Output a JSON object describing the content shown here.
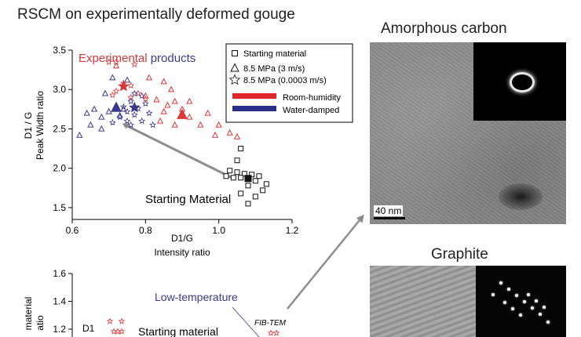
{
  "figure_title": "RSCM on experimentally deformed gouge",
  "panels": {
    "amorphous_title": "Amorphous carbon",
    "graphite_title": "Graphite",
    "scale_label": "40 nm"
  },
  "colors": {
    "experimental": "#d9383a",
    "products": "#3a3a8c",
    "room_humidity": "#e02828",
    "water_damped": "#2b2f8c",
    "starting": "#111111",
    "arrow": "#8c8c8c"
  },
  "chart_data": [
    {
      "type": "scatter",
      "title_part_1": "Experimental",
      "title_part_2": "products",
      "xlabel": "D1/G",
      "xlabel_2": "Intensity ratio",
      "ylabel": "D1 / G",
      "ylabel_2": "Peak Width ratio",
      "xlim": [
        0.6,
        1.2
      ],
      "ylim": [
        1.35,
        3.5
      ],
      "xticks": [
        "0.6",
        "0.8",
        "1.0",
        "1.2"
      ],
      "yticks": [
        "1.5",
        "2.0",
        "2.5",
        "3.0",
        "3.5"
      ],
      "legend": {
        "position": "top-right",
        "entries": [
          "Starting material",
          "8.5 MPa (3 m/s)",
          "8.5 MPa (0.0003 m/s)",
          "Room-humidity",
          "Water-damped"
        ]
      },
      "annotation": "Starting Material",
      "series": [
        {
          "name": "Starting material",
          "marker": "square",
          "color": "#111111",
          "points": [
            [
              1.06,
              2.25
            ],
            [
              1.05,
              2.1
            ],
            [
              1.03,
              1.97
            ],
            [
              1.05,
              1.95
            ],
            [
              1.07,
              1.93
            ],
            [
              1.09,
              1.92
            ],
            [
              1.11,
              1.9
            ],
            [
              1.02,
              1.9
            ],
            [
              1.04,
              1.88
            ],
            [
              1.06,
              1.88
            ],
            [
              1.1,
              1.84
            ],
            [
              1.13,
              1.8
            ],
            [
              1.08,
              1.78
            ],
            [
              1.12,
              1.72
            ],
            [
              1.06,
              1.68
            ],
            [
              1.1,
              1.64
            ],
            [
              1.08,
              1.55
            ]
          ],
          "mean": [
            1.08,
            1.87
          ]
        },
        {
          "name": "8.5 MPa (3 m/s) room-humidity",
          "marker": "triangle",
          "color": "#d9383a",
          "points": [
            [
              0.72,
              3.3
            ],
            [
              0.81,
              3.15
            ],
            [
              0.85,
              3.1
            ],
            [
              0.87,
              3.0
            ],
            [
              0.8,
              2.92
            ],
            [
              0.83,
              2.87
            ],
            [
              0.88,
              2.85
            ],
            [
              0.92,
              2.85
            ],
            [
              0.86,
              2.8
            ],
            [
              0.9,
              2.75
            ],
            [
              0.85,
              2.72
            ],
            [
              0.97,
              2.7
            ],
            [
              0.92,
              2.65
            ],
            [
              0.84,
              2.6
            ],
            [
              0.88,
              2.55
            ],
            [
              0.95,
              2.55
            ],
            [
              1.0,
              2.55
            ],
            [
              1.03,
              2.45
            ],
            [
              0.99,
              2.42
            ],
            [
              1.05,
              2.4
            ]
          ],
          "mean": [
            0.9,
            2.68
          ]
        },
        {
          "name": "8.5 MPa (3 m/s) water-damped",
          "marker": "triangle",
          "color": "#3a3a8c",
          "points": [
            [
              0.71,
              3.15
            ],
            [
              0.75,
              3.12
            ],
            [
              0.69,
              2.95
            ],
            [
              0.66,
              2.75
            ],
            [
              0.7,
              2.72
            ],
            [
              0.64,
              2.7
            ],
            [
              0.68,
              2.65
            ],
            [
              0.73,
              2.67
            ],
            [
              0.65,
              2.55
            ],
            [
              0.68,
              2.5
            ],
            [
              0.62,
              2.42
            ],
            [
              0.72,
              2.8
            ],
            [
              0.74,
              2.75
            ]
          ],
          "mean": [
            0.72,
            2.77
          ]
        },
        {
          "name": "8.5 MPa (0.0003 m/s) room-humidity",
          "marker": "star",
          "color": "#d9383a",
          "points": [
            [
              0.7,
              3.35
            ],
            [
              0.72,
              3.35
            ],
            [
              0.77,
              3.32
            ],
            [
              0.74,
              3.08
            ],
            [
              0.76,
              3.05
            ],
            [
              0.72,
              2.98
            ],
            [
              0.78,
              2.95
            ],
            [
              0.71,
              2.93
            ],
            [
              0.76,
              2.9
            ],
            [
              0.8,
              2.88
            ]
          ],
          "mean": [
            0.74,
            3.04
          ]
        },
        {
          "name": "8.5 MPa (0.0003 m/s) water-damped",
          "marker": "star",
          "color": "#3a3a8c",
          "points": [
            [
              0.77,
              2.95
            ],
            [
              0.79,
              2.92
            ],
            [
              0.76,
              2.85
            ],
            [
              0.8,
              2.82
            ],
            [
              0.74,
              2.78
            ],
            [
              0.78,
              2.76
            ],
            [
              0.75,
              2.72
            ],
            [
              0.81,
              2.7
            ],
            [
              0.77,
              2.68
            ],
            [
              0.73,
              2.65
            ],
            [
              0.75,
              2.6
            ],
            [
              0.79,
              2.6
            ],
            [
              0.82,
              2.55
            ],
            [
              0.71,
              2.58
            ],
            [
              0.76,
              2.55
            ]
          ],
          "mean": [
            0.77,
            2.77
          ]
        }
      ]
    },
    {
      "type": "scatter",
      "ylabel": "material",
      "ylabel_2": "atio",
      "ylim": [
        1.05,
        1.6
      ],
      "yticks": [
        "1.2",
        "1.4",
        "1.6"
      ],
      "series_label": "D1",
      "annotation_1": "Starting material",
      "annotation_2": "Low-temperature",
      "annotation_3": "FIB-TEM",
      "series": [
        {
          "name": "D1",
          "marker": "star",
          "color": "#d9383a",
          "points": [
            [
              0.5,
              1.23
            ],
            [
              0.65,
              1.22
            ],
            [
              0.55,
              1.17
            ],
            [
              0.62,
              1.16
            ],
            [
              0.68,
              1.16
            ],
            [
              4.2,
              1.18
            ],
            [
              4.3,
              1.18
            ]
          ]
        }
      ]
    }
  ]
}
